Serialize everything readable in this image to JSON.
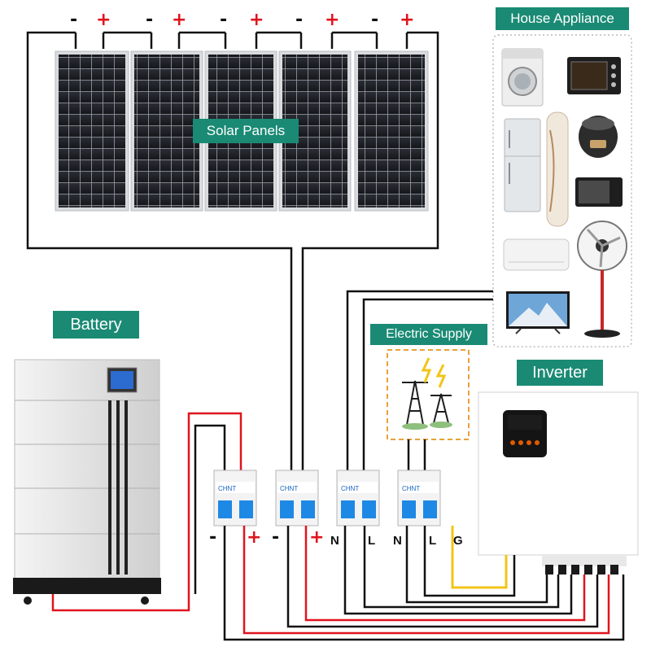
{
  "labels": {
    "solar_panels": "Solar Panels",
    "house_appliance": "House Appliance",
    "battery": "Battery",
    "electric_supply": "Electric Supply",
    "inverter": "Inverter"
  },
  "panel_polarity": [
    "-",
    "+",
    "-",
    "+",
    "-",
    "+",
    "-",
    "+",
    "-",
    "+"
  ],
  "terminals": [
    "-",
    "+",
    "-",
    "+",
    "N",
    "L",
    "N",
    "L",
    "G"
  ],
  "breaker_brand": "CHNT",
  "colors": {
    "tag_bg": "#1a8a74",
    "positive": "#e0141e",
    "negative": "#111111",
    "ground": "#f2c418",
    "supply_border": "#e8a23a"
  }
}
